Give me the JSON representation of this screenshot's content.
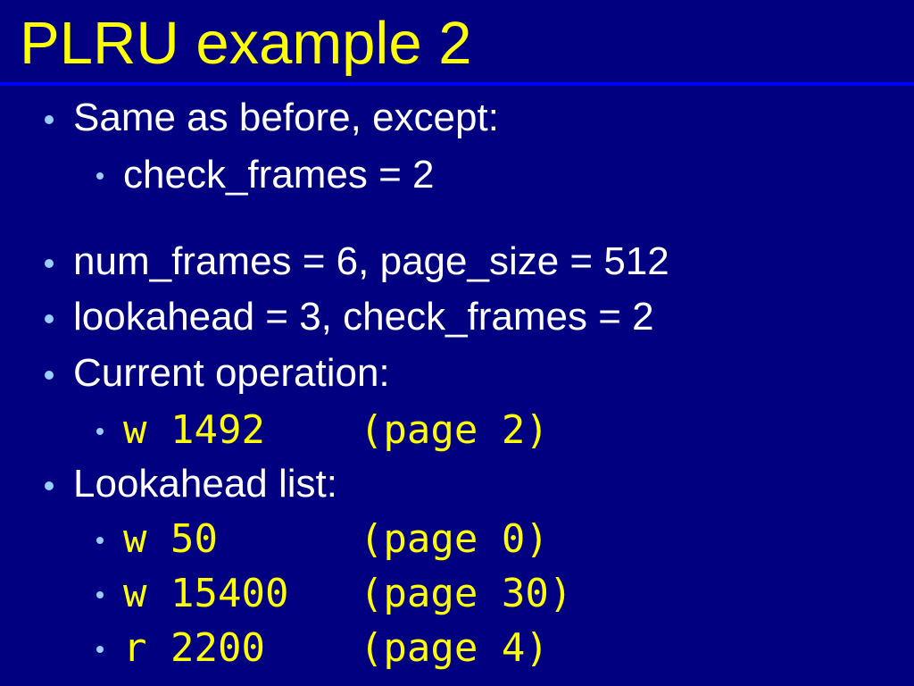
{
  "colors": {
    "background": "#000080",
    "title": "#ffff00",
    "rule": "#0000ff",
    "body_text": "#ffffff",
    "code_text": "#ffff00",
    "bullet": "#99ccff"
  },
  "slide": {
    "title": "PLRU example 2",
    "bullets": [
      {
        "text": "Same as before, except:",
        "sub": [
          "check_frames = 2"
        ]
      },
      {
        "text": "num_frames = 6, page_size = 512"
      },
      {
        "text": "lookahead = 3, check_frames = 2"
      },
      {
        "text": "Current operation:",
        "code": [
          "w 1492    (page 2)"
        ]
      },
      {
        "text": "Lookahead list:",
        "code": [
          "w 50      (page 0)",
          "w 15400   (page 30)",
          "r 2200    (page 4)"
        ]
      }
    ]
  }
}
